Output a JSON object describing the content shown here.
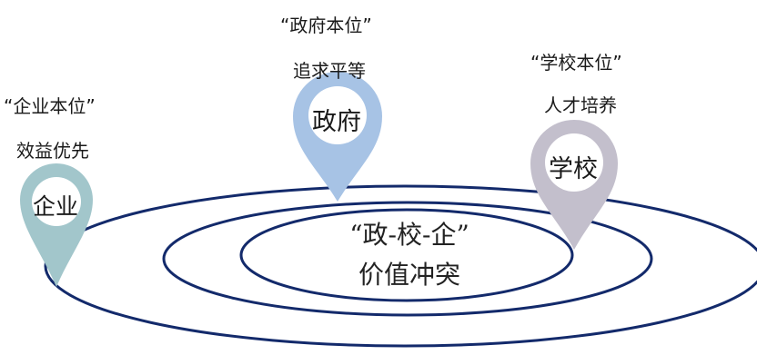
{
  "center": {
    "line1": "“政-校-企”",
    "line2": "价值冲突"
  },
  "enterprise": {
    "pin_label": "企业",
    "quote": "“企业本位”",
    "goal": "效益优先",
    "color": "#a2c6cb"
  },
  "government": {
    "pin_label": "政府",
    "quote": "“政府本位”",
    "goal": "追求平等",
    "color": "#a7c3e5"
  },
  "school": {
    "pin_label": "学校",
    "quote": "“学校本位”",
    "goal": "人才培养",
    "color": "#c3bfcc"
  },
  "ellipse_color": "#132a6b"
}
